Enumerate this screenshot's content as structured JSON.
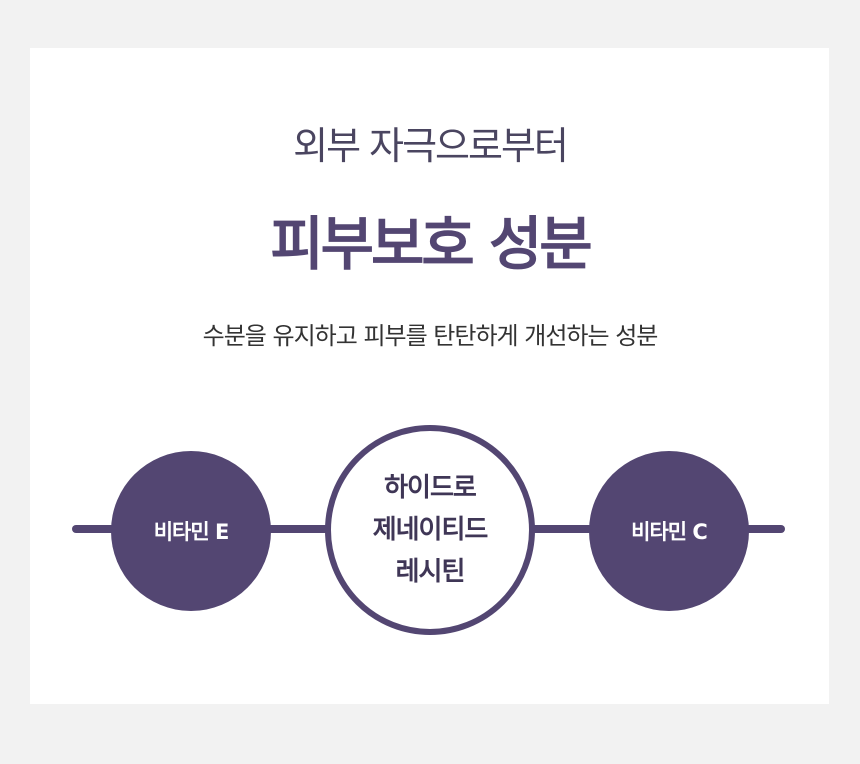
{
  "header": {
    "subtitle": "외부 자극으로부터",
    "title": "피부보호 성분",
    "description": "수분을 유지하고 피부를 탄탄하게 개선하는 성분"
  },
  "ingredients": {
    "left": "비타민 E",
    "center_lines": [
      "하이드로",
      "제네이티드",
      "레시틴"
    ],
    "right": "비타민 C"
  },
  "colors": {
    "accent": "#534672",
    "background": "#f2f2f2",
    "card": "#ffffff"
  }
}
